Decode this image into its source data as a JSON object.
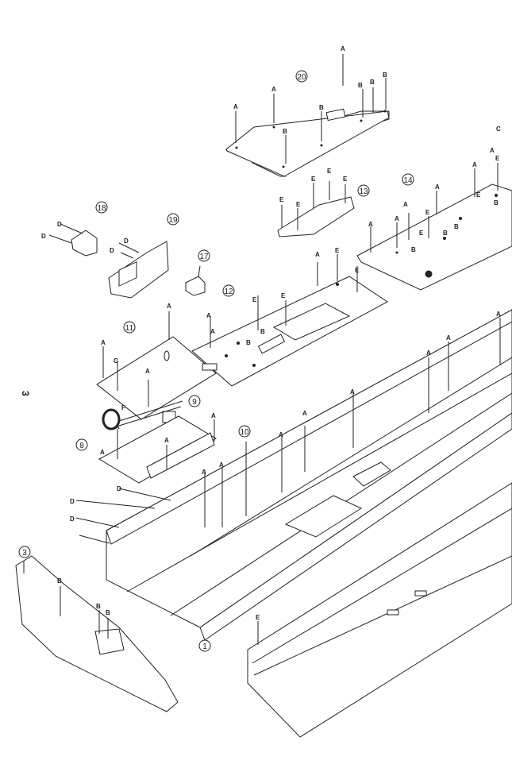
{
  "page": {
    "side_number": "3"
  },
  "callouts": [
    "20",
    "13",
    "14",
    "18",
    "19",
    "17",
    "12",
    "11",
    "9",
    "10",
    "8",
    "3",
    "1"
  ],
  "letters": {
    "A": "A",
    "B": "B",
    "C": "C",
    "D": "D",
    "E": "E",
    "F": "F",
    "G": "G"
  }
}
